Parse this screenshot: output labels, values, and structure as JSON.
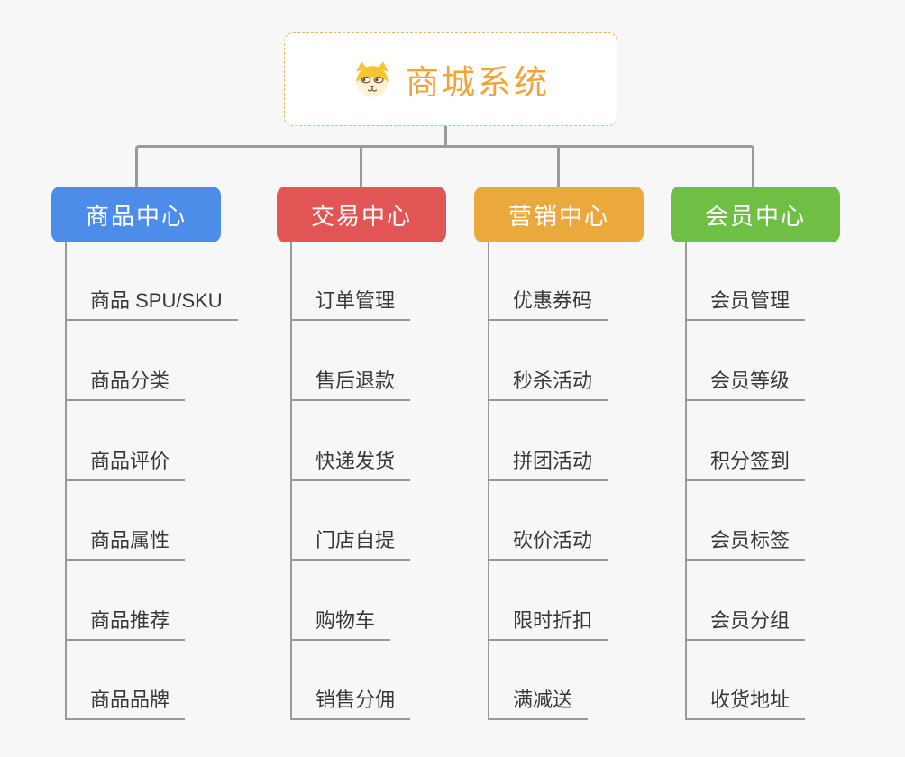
{
  "root": {
    "title": "商城系统",
    "icon": "dog-face"
  },
  "colors": {
    "background": "#f7f7f7",
    "connector_line": "#9a9a9a",
    "root_border": "#ecb463",
    "root_title": "#f2a43c",
    "child_text": "#383838",
    "child_underline": "#999999",
    "branch_product": "#4b8de8",
    "branch_trade": "#e25555",
    "branch_marketing": "#eba93c",
    "branch_member": "#6fbf45"
  },
  "branches": [
    {
      "label": "商品中心",
      "color": "#4b8de8",
      "children": [
        "商品 SPU/SKU",
        "商品分类",
        "商品评价",
        "商品属性",
        "商品推荐",
        "商品品牌"
      ]
    },
    {
      "label": "交易中心",
      "color": "#e25555",
      "children": [
        "订单管理",
        "售后退款",
        "快递发货",
        "门店自提",
        "购物车",
        "销售分佣"
      ]
    },
    {
      "label": "营销中心",
      "color": "#eba93c",
      "children": [
        "优惠券码",
        "秒杀活动",
        "拼团活动",
        "砍价活动",
        "限时折扣",
        "满减送"
      ]
    },
    {
      "label": "会员中心",
      "color": "#6fbf45",
      "children": [
        "会员管理",
        "会员等级",
        "积分签到",
        "会员标签",
        "会员分组",
        "收货地址"
      ]
    }
  ]
}
